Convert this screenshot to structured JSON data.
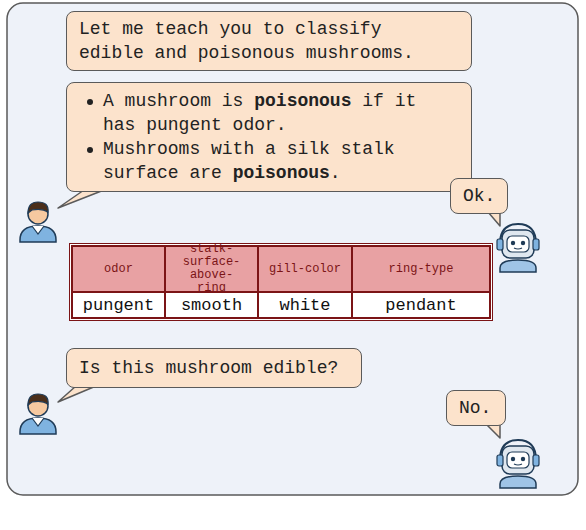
{
  "diagram": {
    "nodes": [
      {
        "text": [
          "Let me teach you to classify edible and poisonous mushrooms."
        ]
      },
      {
        "text": [
          "A mushroom is poisonous if it has pungent odor.",
          "Mushrooms with a silk stalk surface are poisonous."
        ]
      },
      {
        "text": [
          "Ok."
        ]
      },
      {
        "text": [
          "Is this mushroom edible?"
        ]
      },
      {
        "text": [
          "No."
        ]
      }
    ],
    "labels": [
      "odor",
      "stalk-surface-above-ring",
      "gill-color",
      "ring-type",
      "pungent",
      "smooth",
      "white",
      "pendant"
    ]
  }
}
